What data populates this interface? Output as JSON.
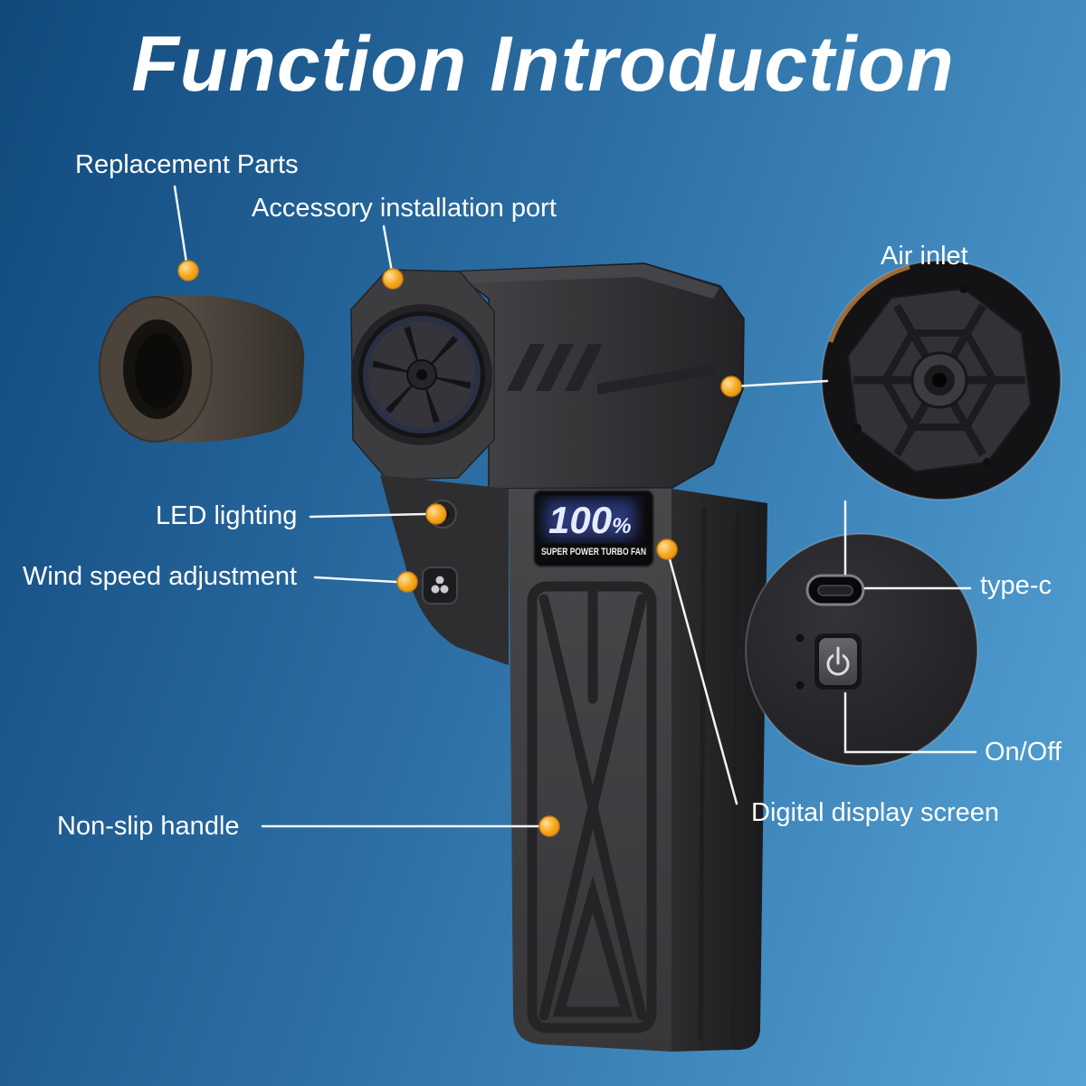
{
  "title": "Function Introduction",
  "colors": {
    "bg_start": "#11497c",
    "bg_mid": "#2e71a7",
    "bg_end": "#55a3d6",
    "accent_dot": "#f2a31d",
    "leader_line": "#ffffff",
    "display_glow": "#4a66e0"
  },
  "callouts": {
    "replacement_parts": "Replacement Parts",
    "accessory_port": "Accessory installation port",
    "air_inlet": "Air inlet",
    "led_lighting": "LED lighting",
    "wind_speed": "Wind speed adjustment",
    "type_c": "type-c",
    "on_off": "On/Off",
    "digital_display": "Digital display screen",
    "non_slip_handle": "Non-slip handle"
  },
  "device": {
    "display_percent_value": "100",
    "display_percent_sign": "%",
    "display_caption": "SUPER POWER TURBO FAN"
  }
}
